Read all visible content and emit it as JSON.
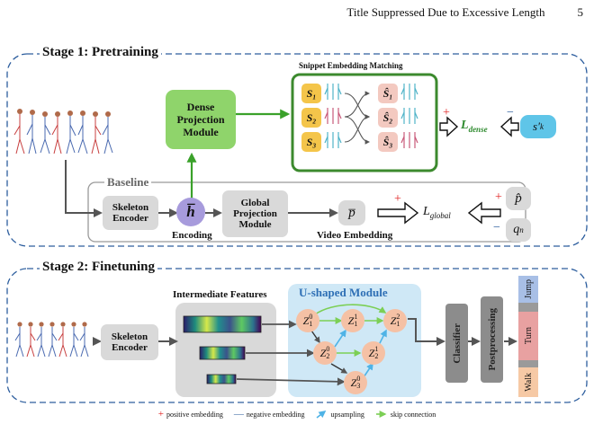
{
  "header": {
    "title": "Title Suppressed Due to Excessive Length",
    "page": "5"
  },
  "stage1": {
    "title": "Stage 1:  Pretraining",
    "snippet_title": "Snippet Embedding Matching",
    "dense_module": "Dense Projection Module",
    "snippets": [
      "S₁",
      "S₂",
      "S₃"
    ],
    "snippets_hat": [
      "Ŝ₁",
      "Ŝ₂",
      "Ŝ₃"
    ],
    "l_dense": "L",
    "l_dense_sub": "dense",
    "s_k": "s′",
    "s_k_sub": "k",
    "baseline": "Baseline",
    "skeleton_encoder": "Skeleton Encoder",
    "h_bar": "h̅",
    "encoding": "Encoding",
    "global_module": "Global Projection Module",
    "p_bar": "p̅",
    "video_embedding": "Video Embedding",
    "l_global": "L",
    "l_global_sub": "global",
    "p_hat": "p̂",
    "q_n": "q",
    "q_n_sub": "n",
    "plus": "+",
    "minus": "−"
  },
  "stage2": {
    "title": "Stage 2:  Finetuning",
    "skeleton_encoder": "Skeleton Encoder",
    "intermediate": "Intermediate Features",
    "ushaped": "U-shaped Module",
    "nodes": {
      "z10": {
        "base": "Z",
        "sup": "0",
        "sub": "1"
      },
      "z11": {
        "base": "Z",
        "sup": "1",
        "sub": "1"
      },
      "z12": {
        "base": "Z",
        "sup": "2",
        "sub": "1"
      },
      "z20": {
        "base": "Z",
        "sup": "0",
        "sub": "2"
      },
      "z21": {
        "base": "Z",
        "sup": "1",
        "sub": "2"
      },
      "z30": {
        "base": "Z",
        "sup": "0",
        "sub": "3"
      }
    },
    "classifier": "Classifier",
    "postprocessing": "Postprocessing",
    "labels": [
      "Jump",
      "Turn",
      "Walk"
    ]
  },
  "legend": {
    "positive": "positive embedding",
    "negative": "negative embedding",
    "upsampling": "upsampling",
    "skip": "skip connection"
  },
  "colors": {
    "dense_green": "#8fd46b",
    "snippet_border": "#3c8a2e",
    "h_purple": "#a79bdc",
    "s_k_blue": "#5fc5e8",
    "ushaped_bg": "#cfe8f6",
    "node_peach": "#f5c1a5",
    "jump_blue": "#a8bfe6",
    "turn_pink": "#e8a1a1",
    "walk_peach": "#f6c9a5"
  }
}
